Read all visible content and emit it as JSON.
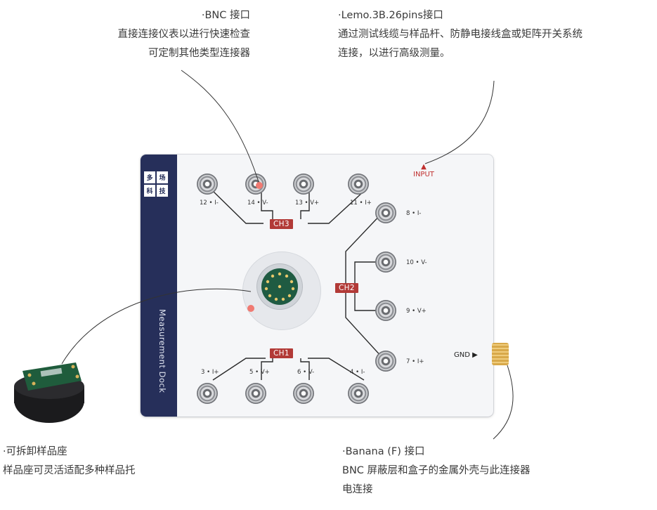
{
  "annotations": {
    "bnc": {
      "title": "·BNC 接口",
      "line1": "直接连接仪表以进行快速检查",
      "line2": "可定制其他类型连接器"
    },
    "lemo": {
      "title": "·Lemo.3B.26pins接口",
      "line1": "通过测试线缆与样品杆、防静电接线盒或矩阵开关系统",
      "line2": "连接，以进行高级测量。"
    },
    "holder": {
      "title": "·可拆卸样品座",
      "line1": "样品座可灵活适配多种样品托"
    },
    "banana": {
      "title": "·Banana (F)  接口",
      "line1": "BNC 屏蔽层和盒子的金属外壳与此连接器",
      "line2": "电连接"
    }
  },
  "device": {
    "name": "Measurement Dock",
    "logo": [
      "多",
      "场",
      "科",
      "技"
    ],
    "input_label": "INPUT",
    "gnd_label": "GND ▶",
    "channels": [
      "CH3",
      "CH2",
      "CH1"
    ],
    "ports": {
      "top": [
        "12 • I-",
        "14 • V-",
        "13 • V+",
        "11 • I+"
      ],
      "right": [
        "8 • I-",
        "10 • V-",
        "9 • V+",
        "7 • I+"
      ],
      "bottom": [
        "3 • I+",
        "5 • V+",
        "6 • V-",
        "4 • I-"
      ]
    }
  },
  "colors": {
    "strip": "#262f5a",
    "channel": "#b23a37",
    "marker": "#f07a72",
    "input": "#c0302f"
  }
}
